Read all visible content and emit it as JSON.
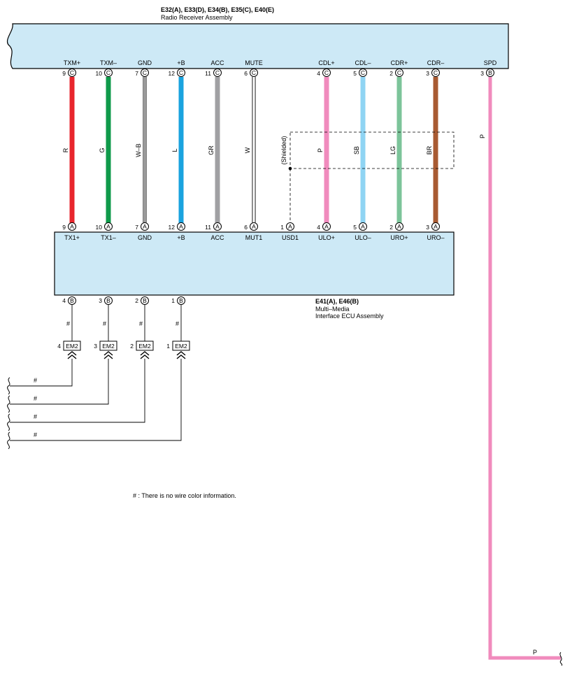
{
  "radio": {
    "connectors": "E32(A), E33(D), E34(B), E35(C), E40(E)",
    "name": "Radio Receiver Assembly",
    "pins": [
      {
        "label": "TXM+",
        "num": "9",
        "conn": "C"
      },
      {
        "label": "TXM–",
        "num": "10",
        "conn": "C"
      },
      {
        "label": "GND",
        "num": "7",
        "conn": "C"
      },
      {
        "label": "+B",
        "num": "12",
        "conn": "C"
      },
      {
        "label": "ACC",
        "num": "11",
        "conn": "C"
      },
      {
        "label": "MUTE",
        "num": "6",
        "conn": "C"
      },
      {
        "label": "CDL+",
        "num": "4",
        "conn": "C"
      },
      {
        "label": "CDL–",
        "num": "5",
        "conn": "C"
      },
      {
        "label": "CDR+",
        "num": "2",
        "conn": "C"
      },
      {
        "label": "CDR–",
        "num": "3",
        "conn": "C"
      },
      {
        "label": "SPD",
        "num": "3",
        "conn": "B"
      }
    ]
  },
  "wires": [
    {
      "color_code": "R",
      "color": "#e8262d"
    },
    {
      "color_code": "G",
      "color": "#0f9a4a"
    },
    {
      "color_code": "W–B",
      "color": "#ffffff"
    },
    {
      "color_code": "L",
      "color": "#1aa3df"
    },
    {
      "color_code": "GR",
      "color": "#a0a0a3"
    },
    {
      "color_code": "W",
      "color": "#ffffff"
    },
    {
      "color_code": "P",
      "color": "#f08bbd"
    },
    {
      "color_code": "SB",
      "color": "#8fd4f3"
    },
    {
      "color_code": "LG",
      "color": "#7cc49a"
    },
    {
      "color_code": "BR",
      "color": "#a85a32"
    }
  ],
  "shielded_label": "(Shielded)",
  "spd_wire": {
    "color_code": "P",
    "color": "#f08bbd",
    "end_label": "P"
  },
  "ecu": {
    "connectors": "E41(A), E46(B)",
    "name_line1": "Multi–Media",
    "name_line2": "Interface ECU Assembly",
    "top_pins": [
      {
        "label": "TX1+",
        "num": "9",
        "conn": "A"
      },
      {
        "label": "TX1–",
        "num": "10",
        "conn": "A"
      },
      {
        "label": "GND",
        "num": "7",
        "conn": "A"
      },
      {
        "label": "+B",
        "num": "12",
        "conn": "A"
      },
      {
        "label": "ACC",
        "num": "11",
        "conn": "A"
      },
      {
        "label": "MUT1",
        "num": "6",
        "conn": "A"
      },
      {
        "label": "USD1",
        "num": "1",
        "conn": "A"
      },
      {
        "label": "ULO+",
        "num": "4",
        "conn": "A"
      },
      {
        "label": "ULO–",
        "num": "5",
        "conn": "A"
      },
      {
        "label": "URO+",
        "num": "2",
        "conn": "A"
      },
      {
        "label": "URO–",
        "num": "3",
        "conn": "A"
      }
    ],
    "bottom_pins": [
      {
        "num": "4",
        "conn": "B"
      },
      {
        "num": "3",
        "conn": "B"
      },
      {
        "num": "2",
        "conn": "B"
      },
      {
        "num": "1",
        "conn": "B"
      }
    ]
  },
  "em2": {
    "connector_label": "EM2",
    "pins": [
      "4",
      "3",
      "2",
      "1"
    ],
    "wire_mark": "#"
  },
  "footnote": "# : There is no wire color information."
}
